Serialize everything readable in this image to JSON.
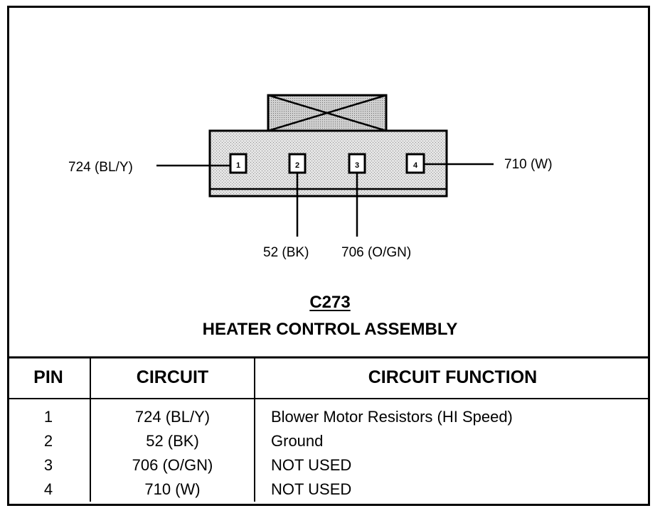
{
  "connector": {
    "code": "C273",
    "name": "HEATER CONTROL ASSEMBLY",
    "pins": [
      {
        "pin": "1",
        "circuit": "724 (BL/Y)",
        "function": "Blower Motor Resistors (HI Speed)"
      },
      {
        "pin": "2",
        "circuit": "52 (BK)",
        "function": "Ground"
      },
      {
        "pin": "3",
        "circuit": "706 (O/GN)",
        "function": "NOT USED"
      },
      {
        "pin": "4",
        "circuit": "710 (W)",
        "function": "NOT USED"
      }
    ]
  },
  "table": {
    "headers": {
      "pin": "PIN",
      "circuit": "CIRCUIT",
      "function": "CIRCUIT FUNCTION"
    }
  },
  "colors": {
    "ink": "#000000",
    "connector_fill": "#e6e6e6",
    "latch_fill": "#cfcfcf"
  }
}
